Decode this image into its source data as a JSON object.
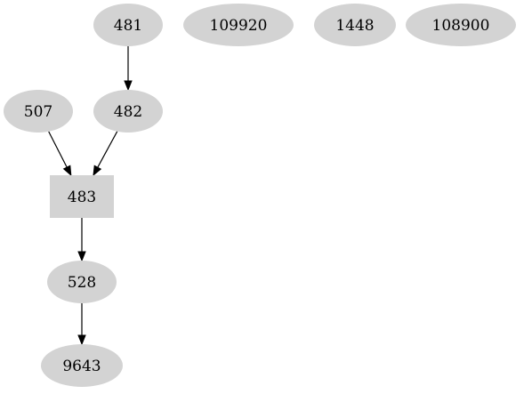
{
  "graph": {
    "nodes": [
      {
        "id": "481",
        "label": "481",
        "shape": "ellipse"
      },
      {
        "id": "109920",
        "label": "109920",
        "shape": "ellipse"
      },
      {
        "id": "1448",
        "label": "1448",
        "shape": "ellipse"
      },
      {
        "id": "108900",
        "label": "108900",
        "shape": "ellipse"
      },
      {
        "id": "507",
        "label": "507",
        "shape": "ellipse"
      },
      {
        "id": "482",
        "label": "482",
        "shape": "ellipse"
      },
      {
        "id": "483",
        "label": "483",
        "shape": "box"
      },
      {
        "id": "528",
        "label": "528",
        "shape": "ellipse"
      },
      {
        "id": "9643",
        "label": "9643",
        "shape": "ellipse"
      }
    ],
    "edges": [
      {
        "from": "481",
        "to": "482"
      },
      {
        "from": "507",
        "to": "483"
      },
      {
        "from": "482",
        "to": "483"
      },
      {
        "from": "483",
        "to": "528"
      },
      {
        "from": "528",
        "to": "9643"
      }
    ],
    "colors": {
      "node_fill": "#d3d3d3",
      "edge": "#000000",
      "text": "#000000",
      "background": "#ffffff"
    }
  }
}
